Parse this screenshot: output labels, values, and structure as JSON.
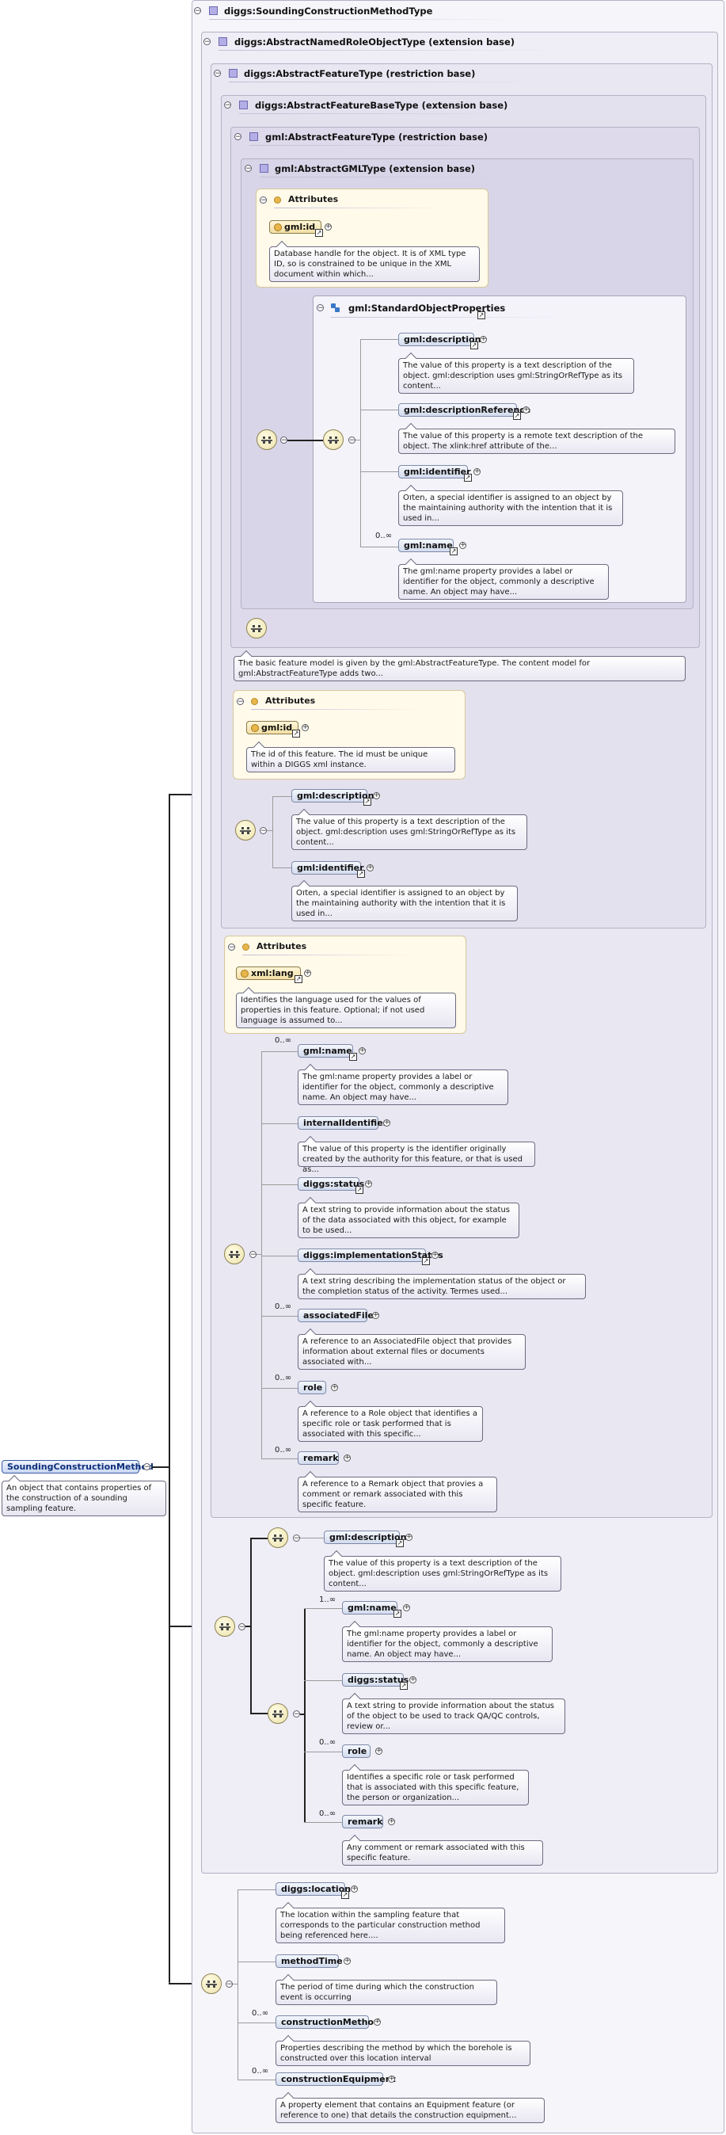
{
  "root": {
    "name": "SoundingConstructionMethod",
    "doc": "An object that contains properties of the construction of a sounding sampling feature."
  },
  "frames": {
    "f0": "diggs:SoundingConstructionMethodType",
    "f1": "diggs:AbstractNamedRoleObjectType (extension base)",
    "f2": "diggs:AbstractFeatureType (restriction base)",
    "f3": "diggs:AbstractFeatureBaseType (extension base)",
    "f4": "gml:AbstractFeatureType (restriction base)",
    "f5": "gml:AbstractGMLType (extension base)"
  },
  "gml_attrs": {
    "title": "Attributes",
    "id_name": "gml:id",
    "id_doc": "Database handle for the object. It is of XML type ID, so is constrained to be unique in the XML document within which..."
  },
  "std_props": {
    "title": "gml:StandardObjectProperties",
    "items": [
      {
        "name": "gml:description",
        "card": "",
        "doc": "The value of this property is a text description of the object. gml:description uses gml:StringOrRefType as its content..."
      },
      {
        "name": "gml:descriptionReference",
        "card": "",
        "doc": "The value of this property is a remote text description of the object. The xlink:href attribute of the..."
      },
      {
        "name": "gml:identifier",
        "card": "",
        "doc": "Often, a special identifier is assigned to an object by the maintaining authority with the intention that it is used in..."
      },
      {
        "name": "gml:name",
        "card": "0..∞",
        "doc": "The gml:name property provides a label or identifier for the object, commonly a descriptive name. An object may have..."
      }
    ]
  },
  "feature_model_doc": "The basic feature model is given by the gml:AbstractFeatureType. The content model for gml:AbstractFeatureType adds two...",
  "diggs_attrs": {
    "title": "Attributes",
    "id_name": "gml:id",
    "id_doc": "The id of this feature. The id must be unique within a DIGGS xml instance."
  },
  "base_seq": [
    {
      "name": "gml:description",
      "card": "",
      "doc": "The value of this property is a text description of the object. gml:description uses gml:StringOrRefType as its content..."
    },
    {
      "name": "gml:identifier",
      "card": "",
      "doc": "Often, a special identifier is assigned to an object by the maintaining authority with the intention that it is used in..."
    }
  ],
  "lang_attrs": {
    "title": "Attributes",
    "name": "xml:lang",
    "doc": "Identifies the language used for the values of properties in this feature. Optional; if not used language is assumed to..."
  },
  "role_seq": [
    {
      "name": "gml:name",
      "card": "0..∞",
      "doc": "The gml:name property provides a label or identifier for the object, commonly a descriptive name. An object may have..."
    },
    {
      "name": "internalIdentifier",
      "card": "",
      "doc": "The value of this property is the identifier originally created by the authority for this feature, or that is used as..."
    },
    {
      "name": "diggs:status",
      "card": "",
      "doc": "A text string to provide information about the status of the data associated with this object, for example to be used..."
    },
    {
      "name": "diggs:implementationStatus",
      "card": "",
      "doc": "A text string describing the implementation status of the object or the completion status of the activity. Termes used..."
    },
    {
      "name": "associatedFile",
      "card": "0..∞",
      "doc": "A reference to an AssociatedFile object that provides information about external files or documents associated with..."
    },
    {
      "name": "role",
      "card": "0..∞",
      "doc": "A reference to a Role object that identifies a specific role or task performed that is associated with this specific..."
    },
    {
      "name": "remark",
      "card": "0..∞",
      "doc": "A reference to a Remark object that provies a comment or remark associated with this specific feature."
    }
  ],
  "restriction_seq_a": [
    {
      "name": "gml:description",
      "card": "",
      "doc": "The value of this property is a text description of the object. gml:description uses gml:StringOrRefType as its content..."
    }
  ],
  "restriction_seq_b": [
    {
      "name": "gml:name",
      "card": "1..∞",
      "doc": "The gml:name property provides a label or identifier for the object, commonly a descriptive name. An object may have..."
    },
    {
      "name": "diggs:status",
      "card": "",
      "doc": "A text string to provide information about the status of the object to be used to track QA/QC controls, review or..."
    },
    {
      "name": "role",
      "card": "0..∞",
      "doc": "Identifies a specific role or task performed that is associated with this specific feature, the person or organization..."
    },
    {
      "name": "remark",
      "card": "0..∞",
      "doc": "Any comment or remark associated with this specific feature."
    }
  ],
  "own_seq": [
    {
      "name": "diggs:location",
      "card": "",
      "doc": "The location within the sampling feature that corresponds to the particular construction method being referenced here...."
    },
    {
      "name": "methodTime",
      "card": "",
      "doc": "The period of time during which the construction event is occurring"
    },
    {
      "name": "constructionMethod",
      "card": "0..∞",
      "doc": "Properties describing the method by which the borehole is constructed over this location interval"
    },
    {
      "name": "constructionEquipment",
      "card": "0..∞",
      "doc": "A property element that contains an Equipment feature (or reference to one) that details the construction equipment..."
    }
  ]
}
